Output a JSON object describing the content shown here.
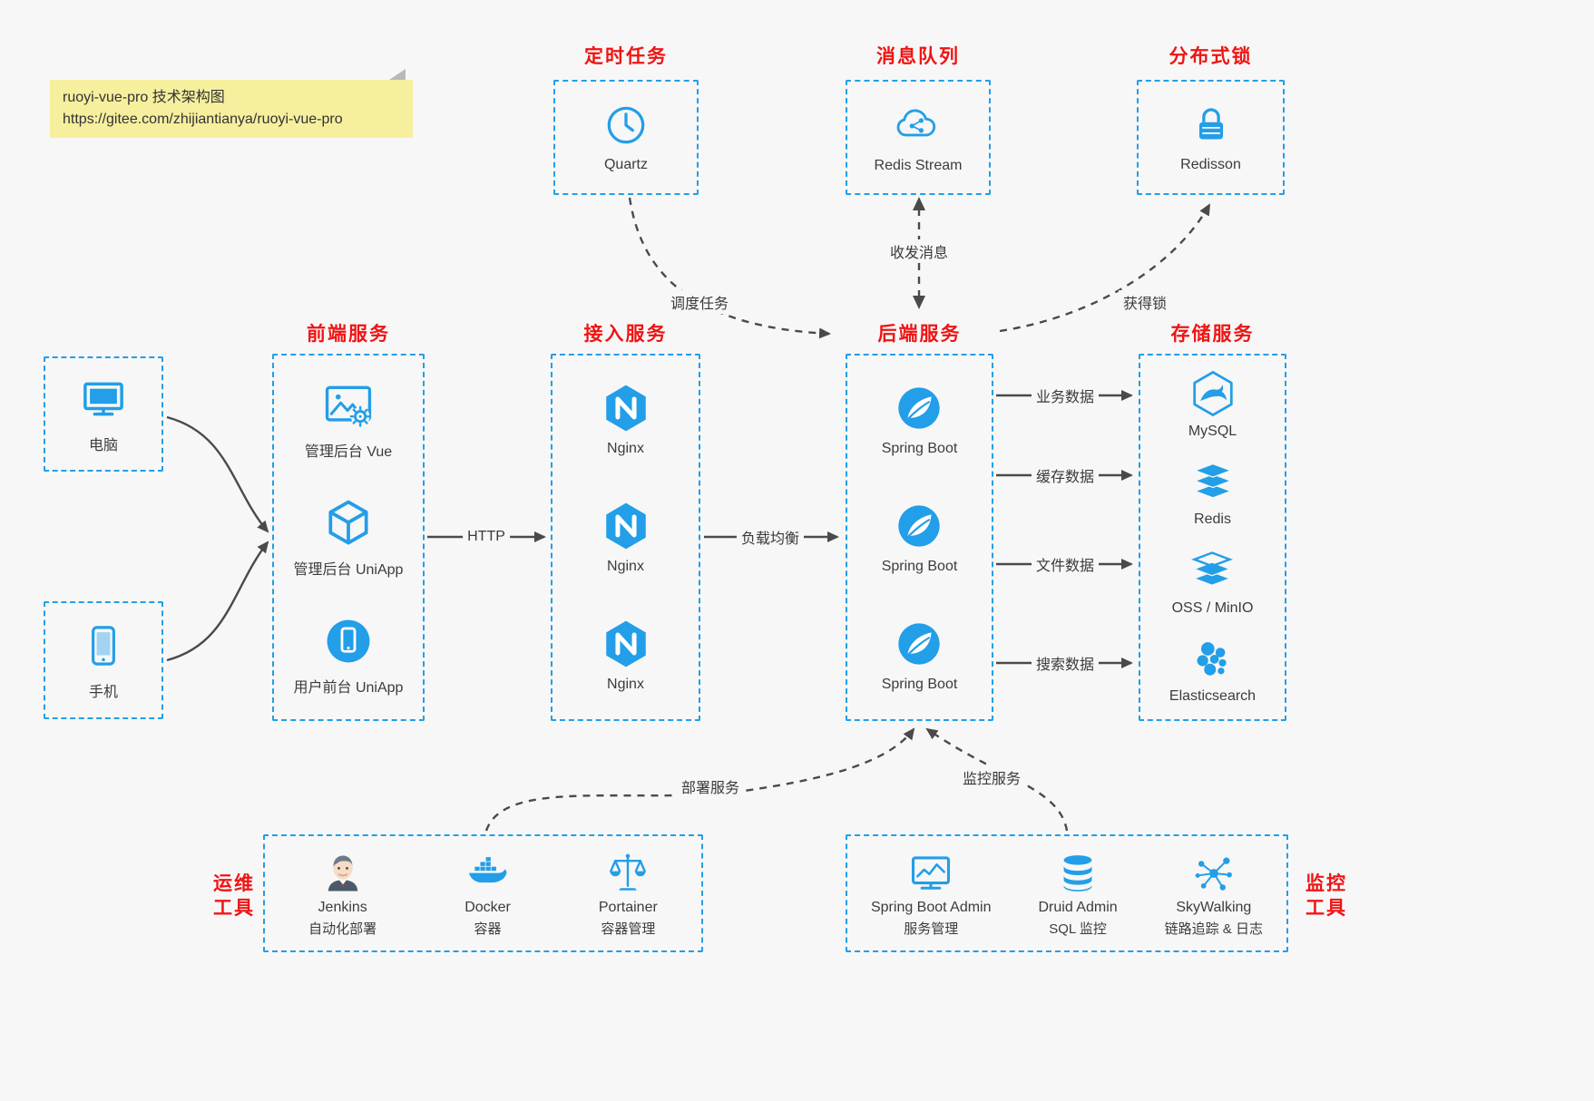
{
  "colors": {
    "blue": "#239ee8",
    "red": "#f01414",
    "arrow": "#4a4a4a",
    "bg": "#f7f7f7",
    "note_bg": "#f6ef9e"
  },
  "note": {
    "line1": "ruoyi-vue-pro 技术架构图",
    "line2": "https://gitee.com/zhijiantianya/ruoyi-vue-pro"
  },
  "top_groups": [
    {
      "title": "定时任务",
      "icon": "clock-icon",
      "label": "Quartz"
    },
    {
      "title": "消息队列",
      "icon": "cloud-share-icon",
      "label": "Redis Stream"
    },
    {
      "title": "分布式锁",
      "icon": "lock-icon",
      "label": "Redisson"
    }
  ],
  "clients": [
    {
      "icon": "desktop-icon",
      "label": "电脑"
    },
    {
      "icon": "phone-icon",
      "label": "手机"
    }
  ],
  "columns": [
    {
      "title": "前端服务",
      "items": [
        {
          "icon": "admin-vue-icon",
          "label": "管理后台 Vue"
        },
        {
          "icon": "uniapp-cube-icon",
          "label": "管理后台 UniApp"
        },
        {
          "icon": "user-app-icon",
          "label": "用户前台 UniApp"
        }
      ]
    },
    {
      "title": "接入服务",
      "items": [
        {
          "icon": "nginx-icon",
          "label": "Nginx"
        },
        {
          "icon": "nginx-icon",
          "label": "Nginx"
        },
        {
          "icon": "nginx-icon",
          "label": "Nginx"
        }
      ]
    },
    {
      "title": "后端服务",
      "items": [
        {
          "icon": "spring-boot-icon",
          "label": "Spring Boot"
        },
        {
          "icon": "spring-boot-icon",
          "label": "Spring Boot"
        },
        {
          "icon": "spring-boot-icon",
          "label": "Spring Boot"
        }
      ]
    },
    {
      "title": "存储服务",
      "items": [
        {
          "icon": "mysql-icon",
          "label": "MySQL"
        },
        {
          "icon": "redis-icon",
          "label": "Redis"
        },
        {
          "icon": "oss-minio-icon",
          "label": "OSS / MinIO"
        },
        {
          "icon": "elasticsearch-icon",
          "label": "Elasticsearch"
        }
      ]
    }
  ],
  "edges": {
    "http": "HTTP",
    "load_balance": "负载均衡",
    "business_data": "业务数据",
    "cache_data": "缓存数据",
    "file_data": "文件数据",
    "search_data": "搜索数据",
    "schedule_task": "调度任务",
    "messaging": "收发消息",
    "acquire_lock": "获得锁",
    "deploy": "部署服务",
    "monitor": "监控服务"
  },
  "ops_group": {
    "side_line1": "运维",
    "side_line2": "工具",
    "items": [
      {
        "icon": "jenkins-icon",
        "label": "Jenkins",
        "sublabel": "自动化部署"
      },
      {
        "icon": "docker-icon",
        "label": "Docker",
        "sublabel": "容器"
      },
      {
        "icon": "portainer-icon",
        "label": "Portainer",
        "sublabel": "容器管理"
      }
    ]
  },
  "monitor_group": {
    "side_line1": "监控",
    "side_line2": "工具",
    "items": [
      {
        "icon": "spring-boot-admin-icon",
        "label": "Spring Boot Admin",
        "sublabel": "服务管理"
      },
      {
        "icon": "druid-icon",
        "label": "Druid Admin",
        "sublabel": "SQL 监控"
      },
      {
        "icon": "skywalking-icon",
        "label": "SkyWalking",
        "sublabel": "链路追踪 & 日志"
      }
    ]
  }
}
